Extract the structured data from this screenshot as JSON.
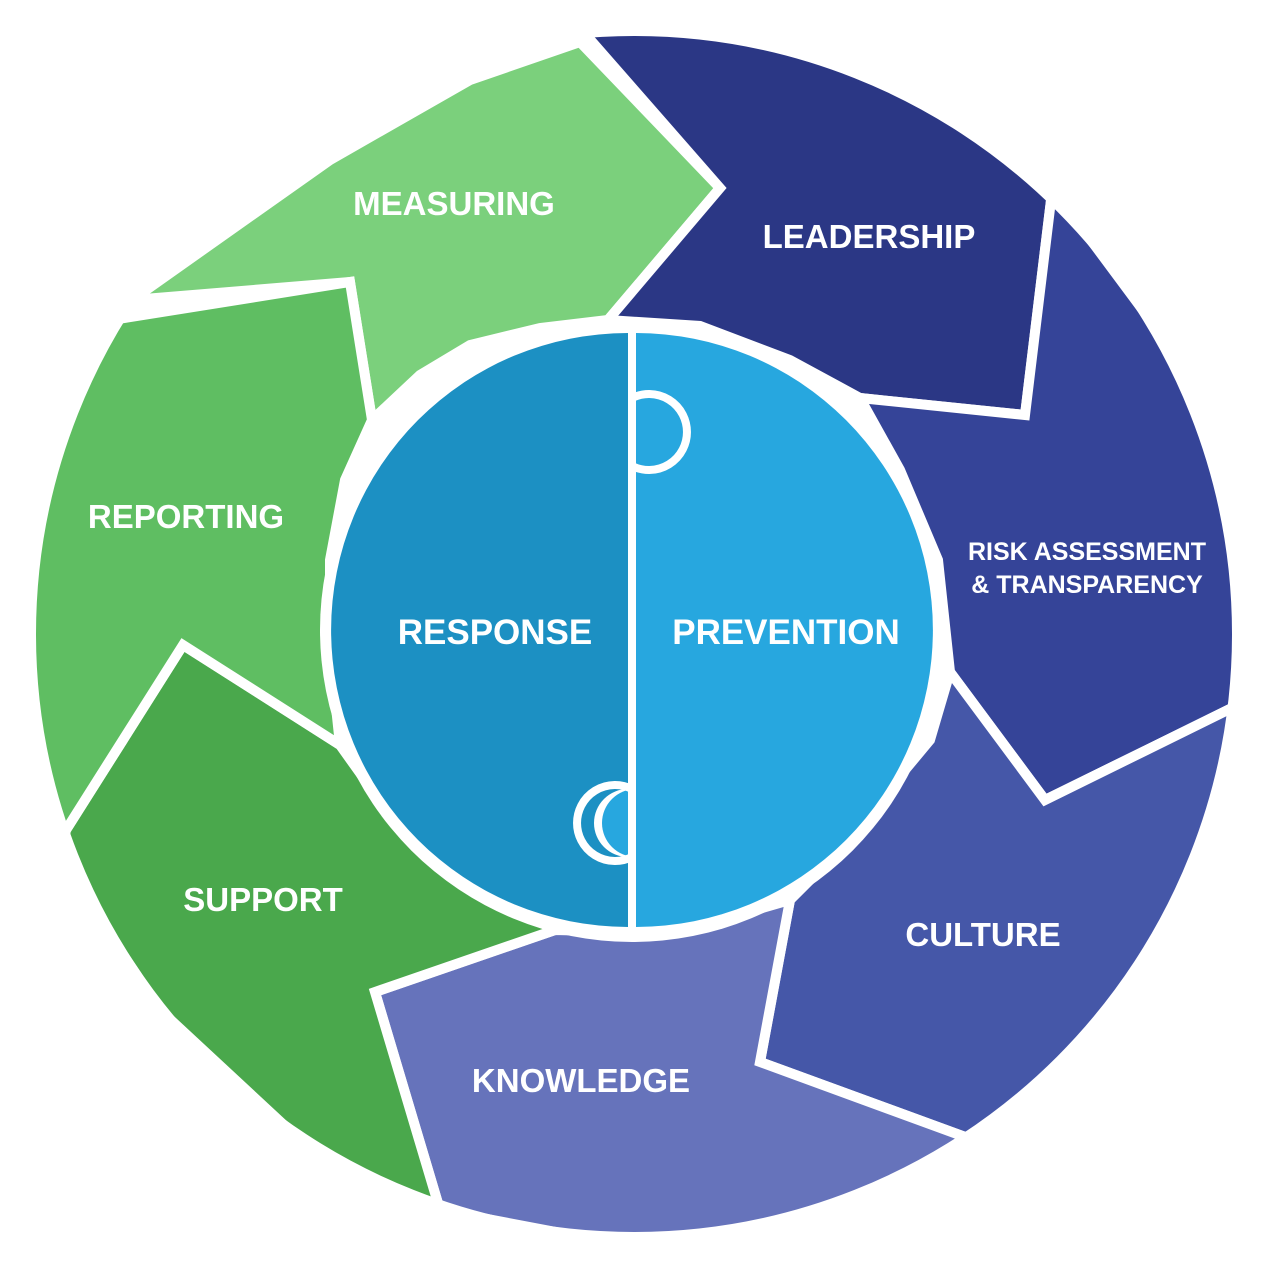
{
  "segments": {
    "leadership": {
      "label": "LEADERSHIP",
      "color": "#2b3785"
    },
    "risk": {
      "label_line1": "RISK ASSESSMENT",
      "label_line2": "& TRANSPARENCY",
      "color": "#354498"
    },
    "culture": {
      "label": "CULTURE",
      "color": "#4557a8"
    },
    "knowledge": {
      "label": "KNOWLEDGE",
      "color": "#6673bb"
    },
    "support": {
      "label": "SUPPORT",
      "color": "#4aa84c"
    },
    "reporting": {
      "label": "REPORTING",
      "color": "#5fbe62"
    },
    "measuring": {
      "label": "MEASURING",
      "color": "#7bd07c"
    }
  },
  "core": {
    "response": {
      "label": "RESPONSE",
      "color": "#1c90c3"
    },
    "prevention": {
      "label": "PREVENTION",
      "color": "#27a7df"
    }
  }
}
